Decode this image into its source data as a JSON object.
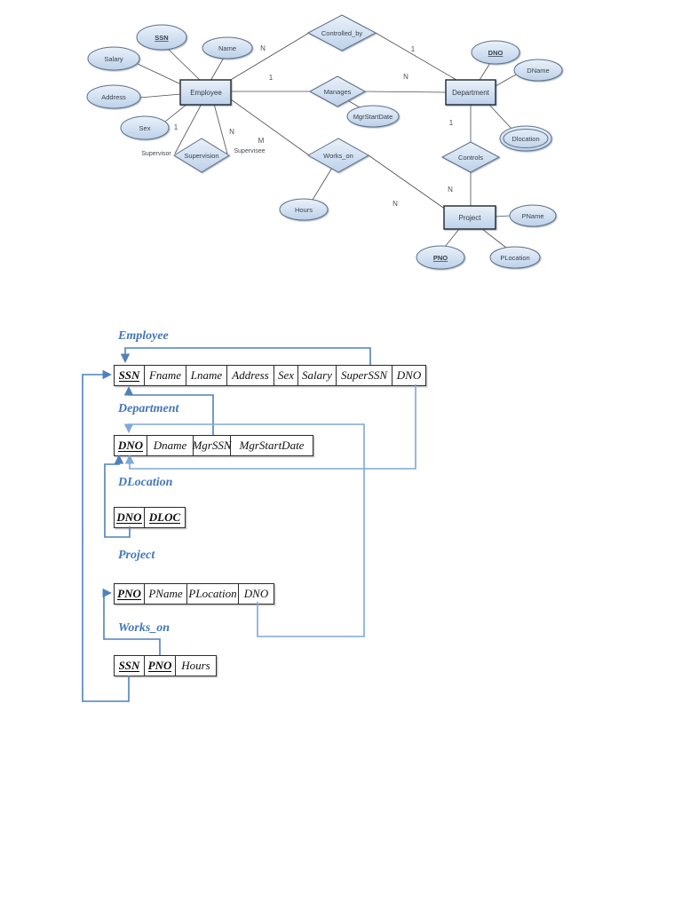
{
  "er": {
    "entities": {
      "employee": "Employee",
      "department": "Department",
      "project": "Project"
    },
    "relationships": {
      "controlled_by": "Controlled_by",
      "manages": "Manages",
      "supervision": "Supervision",
      "works_on": "Works_on",
      "controls": "Controls"
    },
    "attributes": {
      "ssn": "SSN",
      "name": "Name",
      "salary": "Salary",
      "address": "Address",
      "sex": "Sex",
      "mgr_start_date": "MgrStartDate",
      "hours": "Hours",
      "dno": "DNO",
      "dname": "DName",
      "dlocation": "Dlocation",
      "pname": "PName",
      "pno": "PNO",
      "plocation": "PLocation"
    },
    "roles": {
      "supervisor": "Supervisor",
      "supervisee": "Supervisee"
    },
    "cardinalities": {
      "controlled_by_employee": "N",
      "controlled_by_department": "1",
      "manages_employee": "1",
      "manages_department": "N",
      "supervision_supervisor": "1",
      "supervision_supervisee": "N",
      "works_on_employee": "M",
      "works_on_project": "N",
      "controls_department": "1",
      "controls_project": "N"
    }
  },
  "schema": {
    "tables": [
      {
        "title": "Employee",
        "columns": [
          {
            "label": "SSN",
            "key": true
          },
          {
            "label": "Fname"
          },
          {
            "label": "Lname"
          },
          {
            "label": "Address"
          },
          {
            "label": "Sex"
          },
          {
            "label": "Salary"
          },
          {
            "label": "SuperSSN"
          },
          {
            "label": "DNO"
          }
        ]
      },
      {
        "title": "Department",
        "columns": [
          {
            "label": "DNO",
            "key": true
          },
          {
            "label": "Dname"
          },
          {
            "label": "MgrSSN"
          },
          {
            "label": "MgrStartDate"
          }
        ]
      },
      {
        "title": "DLocation",
        "columns": [
          {
            "label": "DNO",
            "key": true
          },
          {
            "label": "DLOC",
            "key": true
          }
        ]
      },
      {
        "title": "Project",
        "columns": [
          {
            "label": "PNO",
            "key": true
          },
          {
            "label": "PName"
          },
          {
            "label": "PLocation"
          },
          {
            "label": "DNO"
          }
        ]
      },
      {
        "title": "Works_on",
        "columns": [
          {
            "label": "SSN",
            "key": true
          },
          {
            "label": "PNO",
            "key": true
          },
          {
            "label": "Hours"
          }
        ]
      }
    ]
  },
  "colors": {
    "connector_blue": "#4f81bd",
    "connector_light_blue": "#7fa8d9",
    "table_title_blue": "#4377b8",
    "shape_fill_top": "#eaf1f9",
    "shape_fill_bottom": "#bdd1e9",
    "shape_stroke": "#5d718c"
  }
}
